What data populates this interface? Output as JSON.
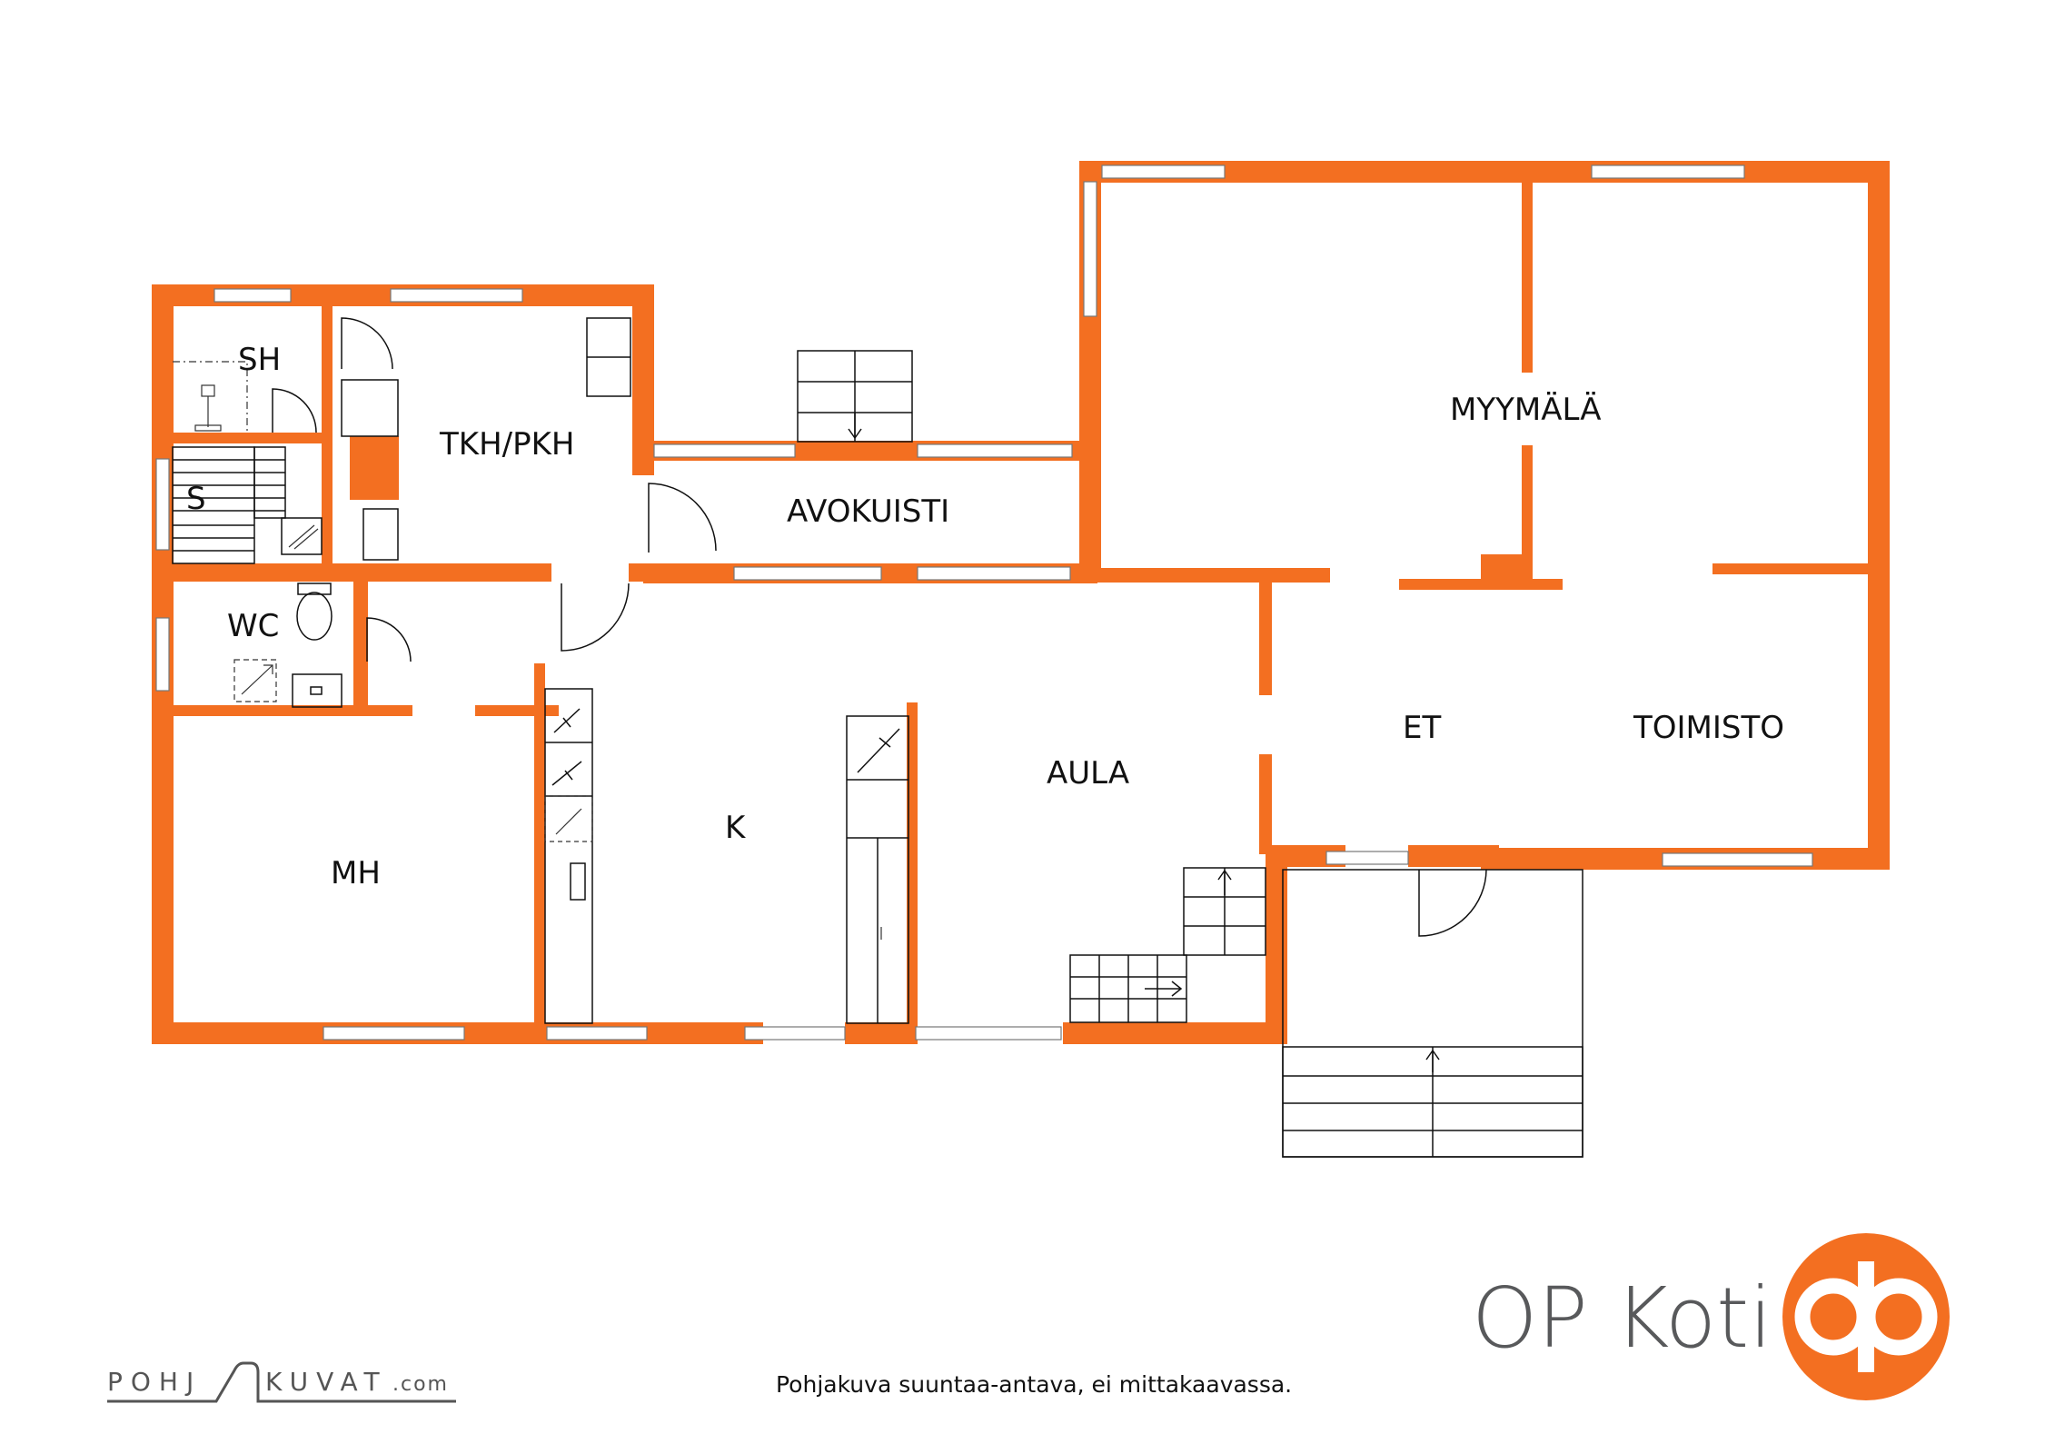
{
  "colors": {
    "wall": "#F36F21",
    "ink": "#111111",
    "brand_text": "#58595B"
  },
  "rooms": {
    "sh": "SH",
    "s": "S",
    "tkh_pkh": "TKH/PKH",
    "avokuisti": "AVOKUISTI",
    "myymala": "MYYMÄLÄ",
    "wc": "WC",
    "et": "ET",
    "toimisto": "TOIMISTO",
    "aula": "AULA",
    "k": "K",
    "mh": "MH"
  },
  "footer": {
    "disclaimer": "Pohjakuva suuntaa-antava, ei mittakaavassa.",
    "brand": "OP Koti",
    "pohjakuvat_left": "POHJ",
    "pohjakuvat_right": "KUVAT",
    "pohjakuvat_com": ".com"
  },
  "icons": [
    "op-logo-icon",
    "pohjakuvat-logo-icon",
    "stairs-icon",
    "door-swing-icon",
    "toilet-icon",
    "sink-icon",
    "shower-icon"
  ]
}
